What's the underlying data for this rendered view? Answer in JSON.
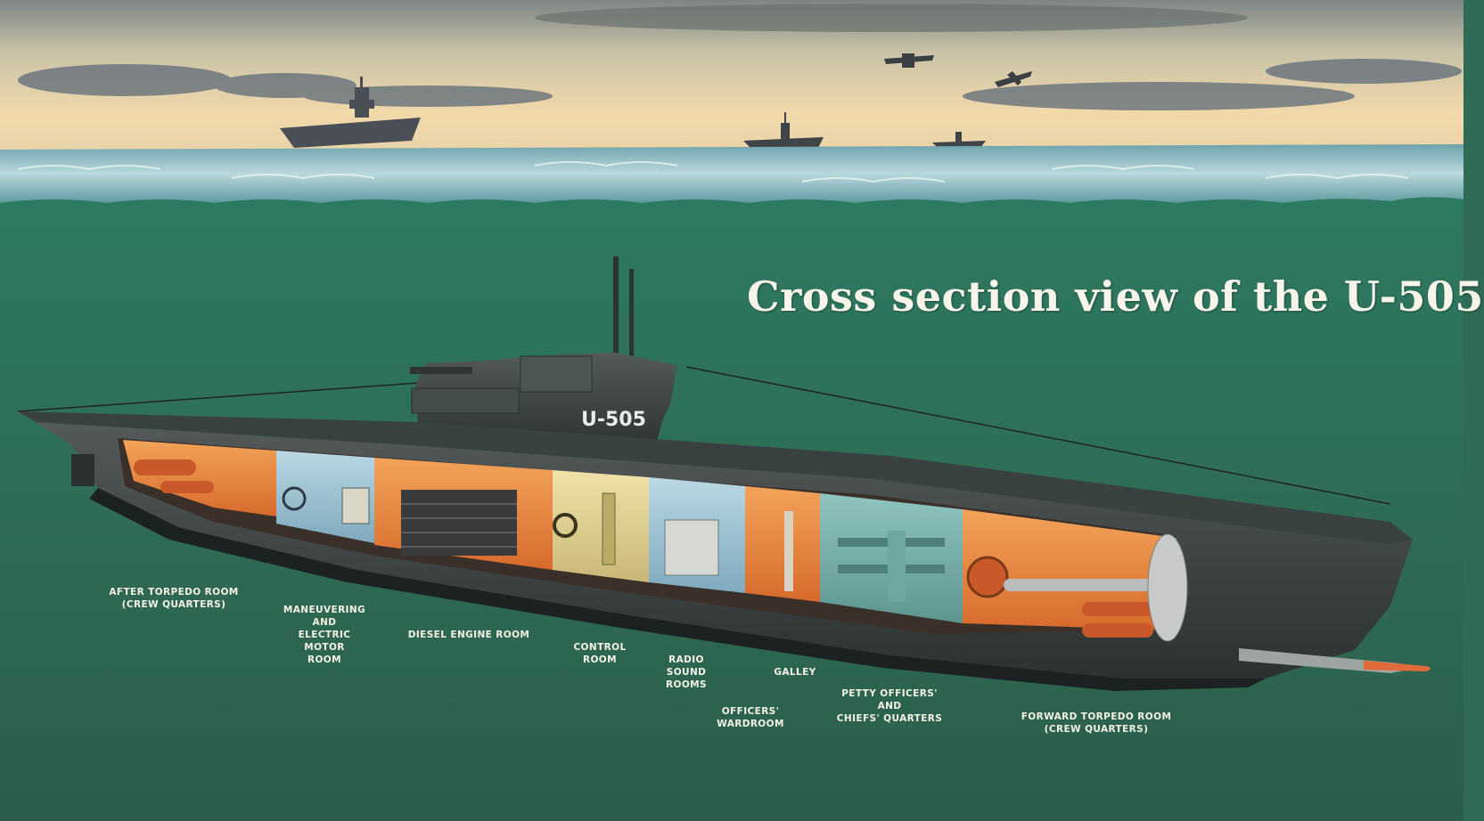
{
  "title": "Cross section view of the U-505",
  "hull_marking": "U-505",
  "colors": {
    "sky_top": "#8a8f8c",
    "sky_horizon": "#f0d7a8",
    "sea_surface": "#9fc7cf",
    "water": "#2f6b55",
    "hull": "#3f4646",
    "hull_dark": "#1f2424",
    "compartment_orange": "#e9833d",
    "compartment_cream": "#e7d79a",
    "compartment_blue": "#9dc4d6",
    "label_text": "#f4f1e6"
  },
  "labels": [
    {
      "id": "after-torpedo-room",
      "lines": [
        "AFTER TORPEDO ROOM",
        "(CREW QUARTERS)"
      ]
    },
    {
      "id": "maneuvering-room",
      "lines": [
        "MANEUVERING",
        "AND",
        "ELECTRIC",
        "MOTOR",
        "ROOM"
      ]
    },
    {
      "id": "diesel-engine-room",
      "lines": [
        "DIESEL ENGINE ROOM"
      ]
    },
    {
      "id": "control-room",
      "lines": [
        "CONTROL",
        "ROOM"
      ]
    },
    {
      "id": "radio-sound-rooms",
      "lines": [
        "RADIO",
        "SOUND",
        "ROOMS"
      ]
    },
    {
      "id": "officers-wardroom",
      "lines": [
        "OFFICERS'",
        "WARDROOM"
      ]
    },
    {
      "id": "galley",
      "lines": [
        "GALLEY"
      ]
    },
    {
      "id": "petty-officers-quarters",
      "lines": [
        "PETTY OFFICERS'",
        "AND",
        "CHIEFS' QUARTERS"
      ]
    },
    {
      "id": "forward-torpedo-room",
      "lines": [
        "FORWARD TORPEDO ROOM",
        "(CREW QUARTERS)"
      ]
    }
  ]
}
